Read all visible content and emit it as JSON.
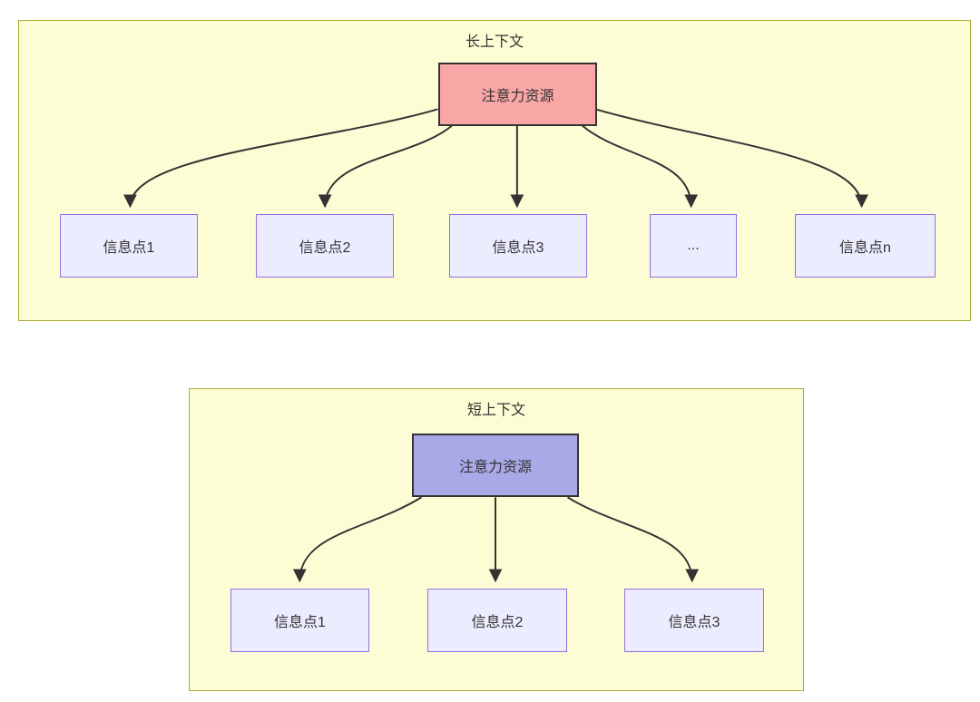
{
  "diagram": {
    "long_context": {
      "title": "长上下文",
      "attention": {
        "label": "注意力资源"
      },
      "info_points": [
        {
          "label": "信息点1"
        },
        {
          "label": "信息点2"
        },
        {
          "label": "信息点3"
        },
        {
          "label": "..."
        },
        {
          "label": "信息点n"
        }
      ]
    },
    "short_context": {
      "title": "短上下文",
      "attention": {
        "label": "注意力资源"
      },
      "info_points": [
        {
          "label": "信息点1"
        },
        {
          "label": "信息点2"
        },
        {
          "label": "信息点3"
        }
      ]
    },
    "colors": {
      "container_fill": "#fdfdd5",
      "container_border": "#aaaa33",
      "node_fill": "#ececff",
      "node_border": "#9370db",
      "attention_long_fill": "#f9a6a6",
      "attention_short_fill": "#a9a9e8",
      "attention_border": "#333333",
      "arrow": "#333333",
      "text": "#333333"
    }
  }
}
